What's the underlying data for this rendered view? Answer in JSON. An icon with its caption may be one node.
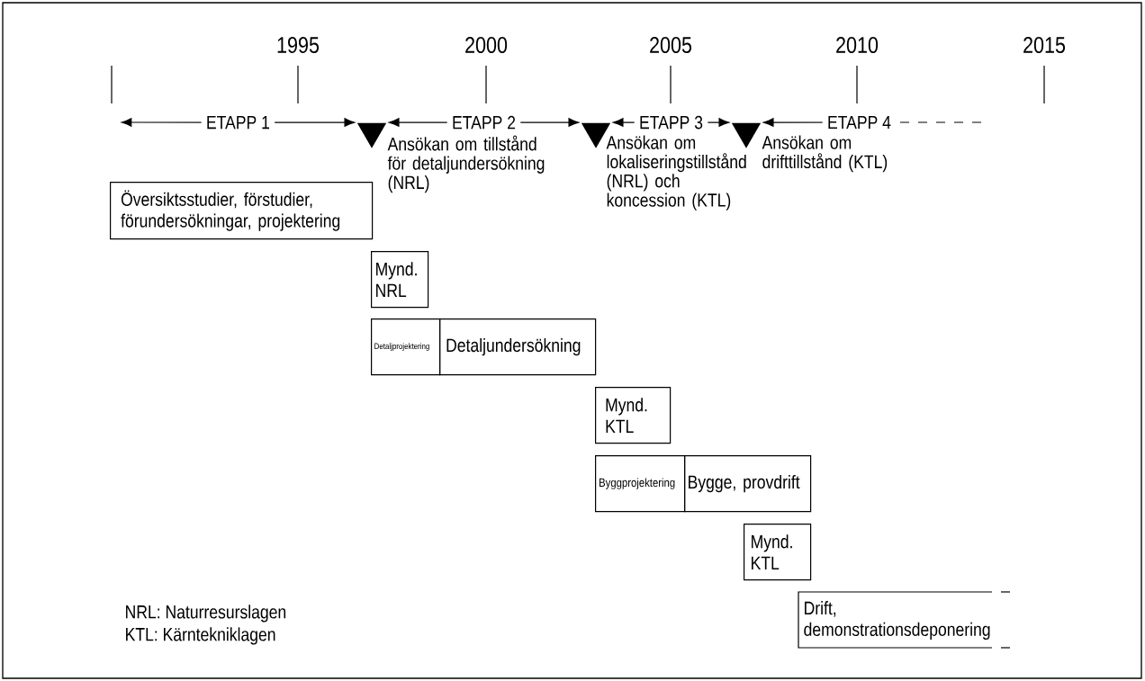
{
  "diagram": {
    "nodes": [
      {
        "text": [],
        "shape": "triangle",
        "beside": [
          "Ansökan om tillstånd för detaljundersökning (NRL)"
        ]
      },
      {
        "text": [],
        "shape": "triangle",
        "beside": [
          "Ansökan om lokaliseringstillstånd (NRL) och koncession (KTL)"
        ]
      },
      {
        "text": [],
        "shape": "triangle",
        "beside": [
          "Ansökan om drifttillstånd (KTL)"
        ]
      },
      {
        "text": [
          "Översiktsstudier, förstudier, förundersökningar, projektering"
        ]
      },
      {
        "text": [
          "Mynd. NRL"
        ]
      },
      {
        "text": [
          "Detaljprojektering"
        ]
      },
      {
        "text": [
          "Detaljundersökning"
        ]
      },
      {
        "text": [
          "Mynd. KTL"
        ]
      },
      {
        "text": [
          "Byggprojektering"
        ]
      },
      {
        "text": [
          "Bygge, provdrift"
        ]
      },
      {
        "text": [
          "Mynd. KTL"
        ]
      },
      {
        "text": [
          "Drift, demonstrationsdeponering"
        ]
      }
    ],
    "edges": [
      {
        "from": null,
        "to": 0,
        "arrow": "both",
        "label": "ETAPP 1"
      },
      {
        "from": 0,
        "to": 1,
        "arrow": "both",
        "label": "ETAPP 2"
      },
      {
        "from": 1,
        "to": 2,
        "arrow": "both",
        "label": "ETAPP 3"
      },
      {
        "from": null,
        "to": 2,
        "arrow": "to",
        "label": "ETAPP 4"
      }
    ],
    "labels": [
      "1995",
      "2000",
      "2005",
      "2010",
      "2015",
      "NRL:  Naturresurslagen",
      "KTL:  Kärntekniklagen"
    ]
  }
}
